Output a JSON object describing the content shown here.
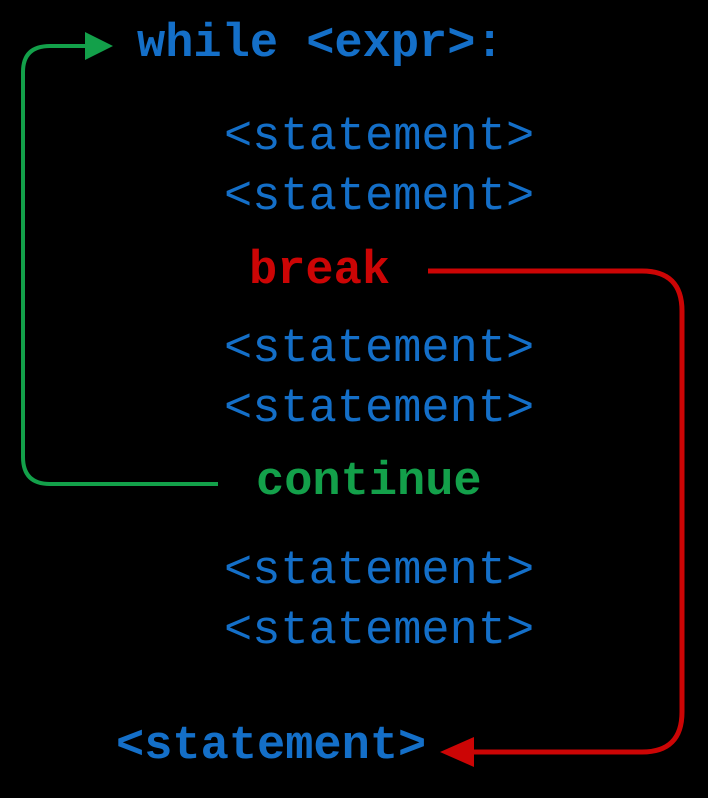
{
  "diagram": {
    "description": "while loop flow with break and continue",
    "colors": {
      "background": "#000000",
      "blue": "#146FC8",
      "red": "#CC0505",
      "green": "#13A04A"
    },
    "while_line": "while <expr>:",
    "statements": [
      "<statement>",
      "<statement>",
      "<statement>",
      "<statement>",
      "<statement>",
      "<statement>"
    ],
    "break_keyword": "break",
    "continue_keyword": "continue",
    "final_statement": "<statement>"
  }
}
